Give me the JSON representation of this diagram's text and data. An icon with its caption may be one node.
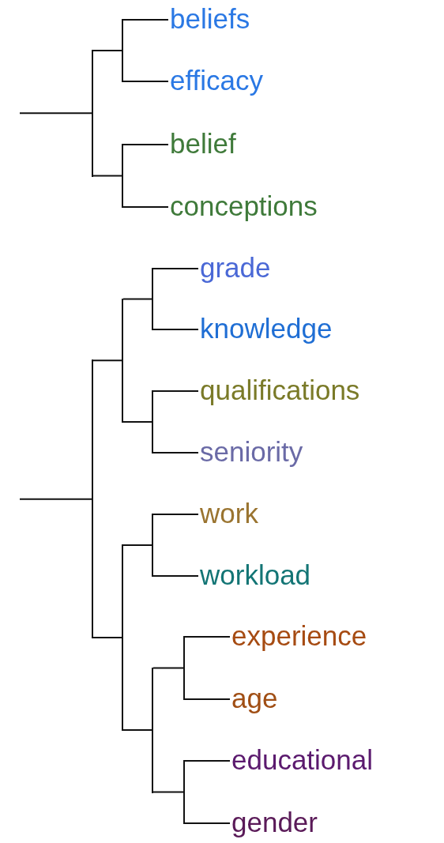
{
  "diagram": {
    "nodes": [
      {
        "text": [],
        "shape": "bar"
      },
      {
        "text": [],
        "shape": "bar"
      },
      {
        "text": [
          "beliefs"
        ]
      },
      {
        "text": [
          "efficacy"
        ]
      },
      {
        "text": [],
        "shape": "bar"
      },
      {
        "text": [
          "belief"
        ]
      },
      {
        "text": [
          "conceptions"
        ]
      },
      {
        "text": [],
        "shape": "bar"
      },
      {
        "text": [],
        "shape": "bar"
      },
      {
        "text": [],
        "shape": "bar"
      },
      {
        "text": [
          "grade"
        ]
      },
      {
        "text": [
          "knowledge"
        ]
      },
      {
        "text": [],
        "shape": "bar"
      },
      {
        "text": [
          "qualifications"
        ]
      },
      {
        "text": [
          "seniority"
        ]
      },
      {
        "text": [],
        "shape": "bar"
      },
      {
        "text": [],
        "shape": "bar"
      },
      {
        "text": [
          "work"
        ]
      },
      {
        "text": [
          "workload"
        ]
      },
      {
        "text": [],
        "shape": "bar"
      },
      {
        "text": [],
        "shape": "bar"
      },
      {
        "text": [
          "experience"
        ]
      },
      {
        "text": [
          "age"
        ]
      },
      {
        "text": [],
        "shape": "bar"
      },
      {
        "text": [
          "educational"
        ]
      },
      {
        "text": [
          "gender"
        ]
      }
    ],
    "edges": [
      {
        "from": null,
        "to": 0,
        "arrow": "none"
      },
      {
        "from": 0,
        "to": 1,
        "arrow": "none"
      },
      {
        "from": 1,
        "to": 2,
        "arrow": "none"
      },
      {
        "from": 1,
        "to": 3,
        "arrow": "none"
      },
      {
        "from": 0,
        "to": 4,
        "arrow": "none"
      },
      {
        "from": 4,
        "to": 5,
        "arrow": "none"
      },
      {
        "from": 4,
        "to": 6,
        "arrow": "none"
      },
      {
        "from": null,
        "to": 7,
        "arrow": "none"
      },
      {
        "from": 7,
        "to": 8,
        "arrow": "none"
      },
      {
        "from": 8,
        "to": 9,
        "arrow": "none"
      },
      {
        "from": 9,
        "to": 10,
        "arrow": "none"
      },
      {
        "from": 9,
        "to": 11,
        "arrow": "none"
      },
      {
        "from": 8,
        "to": 12,
        "arrow": "none"
      },
      {
        "from": 12,
        "to": 13,
        "arrow": "none"
      },
      {
        "from": 12,
        "to": 14,
        "arrow": "none"
      },
      {
        "from": 7,
        "to": 15,
        "arrow": "none"
      },
      {
        "from": 15,
        "to": 16,
        "arrow": "none"
      },
      {
        "from": 16,
        "to": 17,
        "arrow": "none"
      },
      {
        "from": 16,
        "to": 18,
        "arrow": "none"
      },
      {
        "from": 15,
        "to": 19,
        "arrow": "none"
      },
      {
        "from": 19,
        "to": 20,
        "arrow": "none"
      },
      {
        "from": 20,
        "to": 21,
        "arrow": "none"
      },
      {
        "from": 20,
        "to": 22,
        "arrow": "none"
      },
      {
        "from": 19,
        "to": 23,
        "arrow": "none"
      },
      {
        "from": 23,
        "to": 24,
        "arrow": "none"
      },
      {
        "from": 23,
        "to": 25,
        "arrow": "none"
      }
    ]
  }
}
